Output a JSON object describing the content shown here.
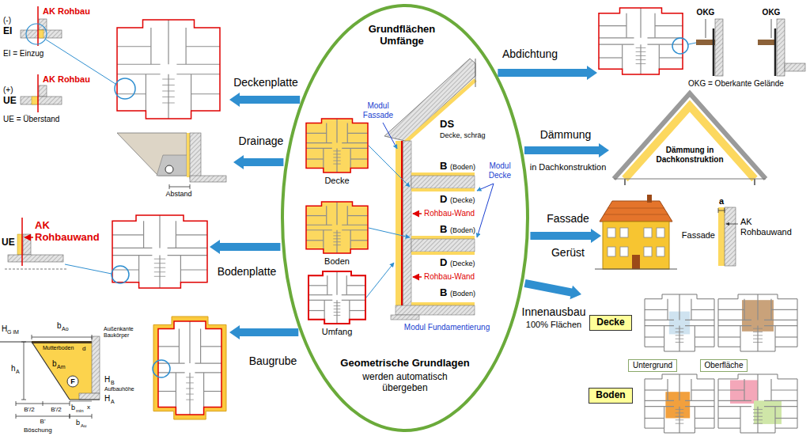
{
  "diagram": {
    "nodes": [
      {
        "text": [
          "Grundflächen Umfänge",
          "Modul Fassade",
          "DS",
          "Decke, schräg",
          "B",
          "(Boden)",
          "Modul Decke",
          "Decke",
          "D",
          "(Decke)",
          "Rohbau-Wand",
          "B",
          "(Boden)",
          "Boden",
          "D",
          "(Decke)",
          "Rohbau-Wand",
          "B",
          "(Boden)",
          "Umfang",
          "Modul Fundamentierung",
          "Geometrische Grundlagen",
          "werden automatisch übergeben"
        ]
      },
      {
        "text": [
          "AK Rohbau",
          "(-)",
          "EI",
          "EI = Einzug",
          "AK Rohbau",
          "(+)",
          "UE",
          "UE = Überstand"
        ]
      },
      {
        "text": [
          "Abstand"
        ]
      },
      {
        "text": [
          "AK Rohbauwand",
          "UE"
        ]
      },
      {
        "text": [
          "H",
          "G iM",
          "b",
          "Ao",
          "Mutterboden",
          "d",
          "Außenkante Baukörper",
          "b",
          "Am",
          "h",
          "A",
          "F",
          "H",
          "B",
          "Aufbauhöhe",
          "H",
          "A",
          "B'/2",
          "B'/2",
          "b",
          "min",
          "x",
          "B'",
          "Böschung",
          "b",
          "Au"
        ]
      },
      {
        "text": [
          "OKG",
          "OKG",
          "OKG = Oberkante Gelände"
        ]
      },
      {
        "text": [
          "Dämmung in Dachkonstruktion"
        ]
      },
      {
        "text": [
          "a",
          "Fassade",
          "AK Rohbauwand"
        ]
      },
      {
        "text": []
      },
      {
        "text": [
          "Decke"
        ],
        "in": 8
      },
      {
        "text": [
          "Untergrund"
        ],
        "in": 8
      },
      {
        "text": [
          "Oberfläche"
        ],
        "in": 8
      },
      {
        "text": [
          "Boden"
        ],
        "in": 8
      }
    ],
    "edges": [
      {
        "from": 0,
        "to": 1,
        "arrow": "to",
        "label": "Deckenplatte"
      },
      {
        "from": 0,
        "to": 2,
        "arrow": "to",
        "label": "Drainage"
      },
      {
        "from": 0,
        "to": 3,
        "arrow": "to",
        "label": "Bodenplatte"
      },
      {
        "from": 0,
        "to": 4,
        "arrow": "to",
        "label": "Baugrube"
      },
      {
        "from": 0,
        "to": 5,
        "arrow": "to",
        "label": "Abdichtung"
      },
      {
        "from": 0,
        "to": 6,
        "arrow": "to",
        "label": "Dämmung"
      },
      {
        "from": 0,
        "to": 7,
        "arrow": "to",
        "label": "Fassade"
      },
      {
        "from": 0,
        "to": 8,
        "arrow": "to",
        "label": "Innenausbau"
      }
    ],
    "labels": [
      "in Dachkonstruktion",
      "Gerüst",
      "100% Flächen"
    ]
  }
}
